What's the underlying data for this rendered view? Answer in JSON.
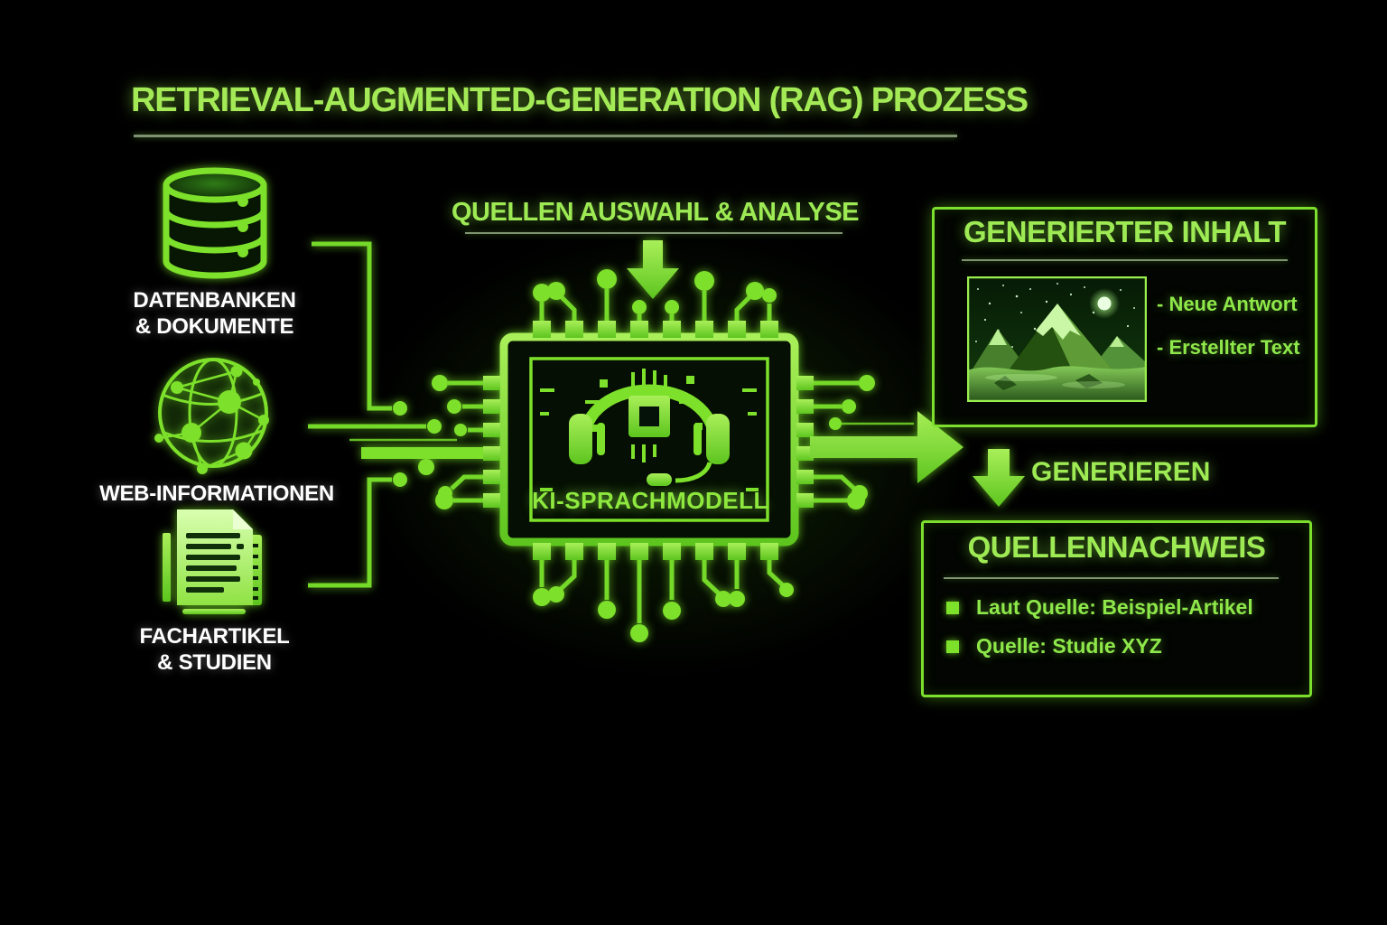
{
  "title": "RETRIEVAL-AUGMENTED-GENERATION (RAG) PROZESS",
  "sources": {
    "items": [
      {
        "label": "DATENBANKEN\n& DOKUMENTE",
        "icon": "database-icon"
      },
      {
        "label": "WEB-INFORMATIONEN",
        "icon": "globe-network-icon"
      },
      {
        "label": "FACHARTIKEL\n& STUDIEN",
        "icon": "documents-icon"
      }
    ]
  },
  "process": {
    "heading": "QUELLEN AUSWAHL & ANALYSE",
    "chip_label": "KI-SPRACHMODELL"
  },
  "generated_content": {
    "title": "GENERIERTER INHALT",
    "image": "mountain-night-scene",
    "items": [
      "- Neue Antwort",
      "- Erstellter Text"
    ]
  },
  "generate_step": {
    "label": "GENERIEREN"
  },
  "citations": {
    "title": "QUELLENNACHWEIS",
    "items": [
      "Laut Quelle: Beispiel-Artikel",
      "Quelle: Studie XYZ"
    ]
  },
  "colors": {
    "background": "#000000",
    "accent_green": "#7de02b",
    "heading_green": "#9dea54",
    "text_green": "#8ee84a",
    "label_white": "#ffffff"
  }
}
